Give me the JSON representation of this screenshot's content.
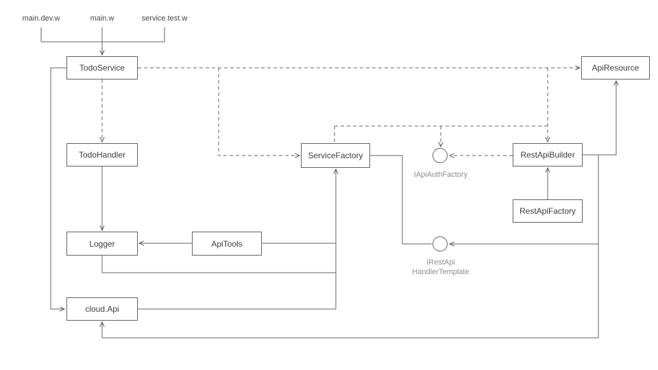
{
  "entries": {
    "main_dev": {
      "label": "main.dev.w"
    },
    "main": {
      "label": "main.w"
    },
    "service_test": {
      "label": "service.test.w"
    }
  },
  "nodes": {
    "todo_service": {
      "label": "TodoService"
    },
    "api_resource": {
      "label": "ApiResource"
    },
    "todo_handler": {
      "label": "TodoHandler"
    },
    "service_factory": {
      "label": "ServiceFactory"
    },
    "rest_api_builder": {
      "label": "RestApiBuilder"
    },
    "rest_api_factory": {
      "label": "RestApiFactory"
    },
    "logger": {
      "label": "Logger"
    },
    "api_tools": {
      "label": "ApiTools"
    },
    "cloud_api": {
      "label": "cloud.Api"
    }
  },
  "interfaces": {
    "api_auth_factory": {
      "label": "IApiAuthFactory"
    },
    "rest_api_handler_template": {
      "line1": "IRestApi",
      "line2": "HandlerTemplate"
    }
  },
  "colors": {
    "background": "#ffffff",
    "line": "#616161",
    "node_border": "#616161",
    "node_text": "#3c3c3c",
    "entry_text": "#474747",
    "interface_text": "#8d8d8d"
  }
}
